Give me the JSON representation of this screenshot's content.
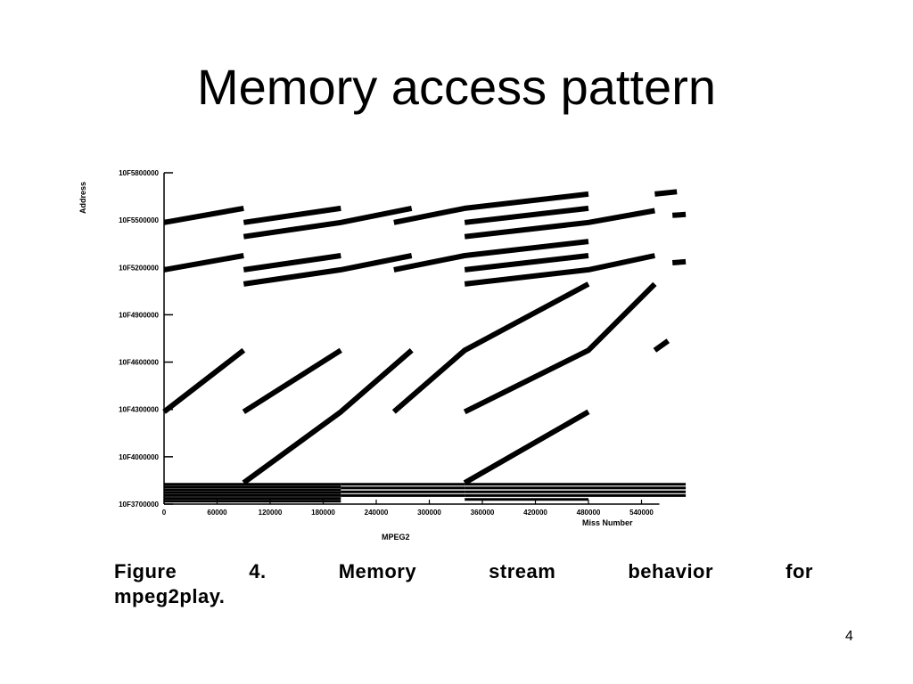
{
  "slide": {
    "title": "Memory access pattern",
    "page_number": "4"
  },
  "caption": {
    "words_line1": [
      "Figure",
      "4.",
      "Memory",
      "stream",
      "behavior",
      "for"
    ],
    "line2": "mpeg2play."
  },
  "chart_data": {
    "type": "scatter",
    "title": "",
    "xlabel": "Miss Number",
    "ylabel": "Address",
    "sublabel": "MPEG2",
    "xlim": [
      0,
      540000
    ],
    "ylim": [
      0,
      7
    ],
    "x_ticks": [
      {
        "value": 0,
        "label": "0"
      },
      {
        "value": 60000,
        "label": "60000"
      },
      {
        "value": 120000,
        "label": "120000"
      },
      {
        "value": 180000,
        "label": "180000"
      },
      {
        "value": 240000,
        "label": "240000"
      },
      {
        "value": 300000,
        "label": "300000"
      },
      {
        "value": 360000,
        "label": "360000"
      },
      {
        "value": 420000,
        "label": "420000"
      },
      {
        "value": 480000,
        "label": "480000"
      },
      {
        "value": 540000,
        "label": "540000"
      }
    ],
    "y_ticks": [
      {
        "value": 0,
        "label": "10F3700000"
      },
      {
        "value": 1,
        "label": "10F4000000"
      },
      {
        "value": 2,
        "label": "10F4300000"
      },
      {
        "value": 3,
        "label": "10F4600000"
      },
      {
        "value": 4,
        "label": "10F4900000"
      },
      {
        "value": 5,
        "label": "10F5200000"
      },
      {
        "value": 6,
        "label": "10F5500000"
      },
      {
        "value": 7,
        "label": "10F5800000"
      }
    ],
    "grid": false,
    "series": [
      {
        "style": "thick",
        "points": [
          [
            0,
            5.95
          ],
          [
            90000,
            6.25
          ]
        ]
      },
      {
        "style": "thick",
        "points": [
          [
            90000,
            5.95
          ],
          [
            200000,
            6.25
          ]
        ]
      },
      {
        "style": "thick",
        "points": [
          [
            90000,
            5.65
          ],
          [
            200000,
            5.95
          ],
          [
            280000,
            6.25
          ]
        ]
      },
      {
        "style": "thick",
        "points": [
          [
            260000,
            5.95
          ],
          [
            340000,
            6.25
          ],
          [
            480000,
            6.55
          ]
        ]
      },
      {
        "style": "thick",
        "points": [
          [
            340000,
            5.95
          ],
          [
            480000,
            6.25
          ]
        ]
      },
      {
        "style": "thick",
        "points": [
          [
            340000,
            5.65
          ],
          [
            480000,
            5.95
          ],
          [
            555000,
            6.2
          ]
        ]
      },
      {
        "style": "thick",
        "points": [
          [
            555000,
            6.55
          ],
          [
            580000,
            6.6
          ]
        ]
      },
      {
        "style": "thick",
        "points": [
          [
            575000,
            6.1
          ],
          [
            590000,
            6.12
          ]
        ]
      },
      {
        "style": "thick",
        "points": [
          [
            0,
            4.95
          ],
          [
            90000,
            5.25
          ]
        ]
      },
      {
        "style": "thick",
        "points": [
          [
            90000,
            4.95
          ],
          [
            200000,
            5.25
          ]
        ]
      },
      {
        "style": "thick",
        "points": [
          [
            90000,
            4.65
          ],
          [
            200000,
            4.95
          ],
          [
            280000,
            5.25
          ]
        ]
      },
      {
        "style": "thick",
        "points": [
          [
            260000,
            4.95
          ],
          [
            340000,
            5.25
          ],
          [
            480000,
            5.55
          ]
        ]
      },
      {
        "style": "thick",
        "points": [
          [
            340000,
            4.95
          ],
          [
            480000,
            5.25
          ]
        ]
      },
      {
        "style": "thick",
        "points": [
          [
            340000,
            4.65
          ],
          [
            480000,
            4.95
          ],
          [
            555000,
            5.25
          ]
        ]
      },
      {
        "style": "thick",
        "points": [
          [
            575000,
            5.1
          ],
          [
            590000,
            5.12
          ]
        ]
      },
      {
        "style": "thick",
        "points": [
          [
            0,
            1.95
          ],
          [
            90000,
            3.25
          ]
        ]
      },
      {
        "style": "thick",
        "points": [
          [
            90000,
            1.95
          ],
          [
            200000,
            3.25
          ]
        ]
      },
      {
        "style": "thick",
        "points": [
          [
            90000,
            0.45
          ],
          [
            200000,
            1.95
          ],
          [
            280000,
            3.25
          ]
        ]
      },
      {
        "style": "thick",
        "points": [
          [
            260000,
            1.95
          ],
          [
            340000,
            3.25
          ],
          [
            480000,
            4.65
          ]
        ]
      },
      {
        "style": "thick",
        "points": [
          [
            340000,
            1.95
          ],
          [
            480000,
            3.25
          ],
          [
            555000,
            4.65
          ]
        ]
      },
      {
        "style": "thick",
        "points": [
          [
            340000,
            0.45
          ],
          [
            480000,
            1.95
          ]
        ]
      },
      {
        "style": "thick",
        "points": [
          [
            555000,
            3.25
          ],
          [
            570000,
            3.45
          ]
        ]
      },
      {
        "style": "thin",
        "points": [
          [
            0,
            0.42
          ],
          [
            200000,
            0.42
          ]
        ]
      },
      {
        "style": "thin",
        "points": [
          [
            0,
            0.36
          ],
          [
            200000,
            0.36
          ]
        ]
      },
      {
        "style": "thin",
        "points": [
          [
            0,
            0.3
          ],
          [
            200000,
            0.3
          ]
        ]
      },
      {
        "style": "thin",
        "points": [
          [
            0,
            0.24
          ],
          [
            200000,
            0.24
          ]
        ]
      },
      {
        "style": "thin",
        "points": [
          [
            0,
            0.18
          ],
          [
            200000,
            0.18
          ]
        ]
      },
      {
        "style": "thin",
        "points": [
          [
            0,
            0.12
          ],
          [
            200000,
            0.12
          ]
        ]
      },
      {
        "style": "thin",
        "points": [
          [
            0,
            0.06
          ],
          [
            200000,
            0.06
          ]
        ]
      },
      {
        "style": "thin",
        "points": [
          [
            200000,
            0.42
          ],
          [
            340000,
            0.42
          ]
        ]
      },
      {
        "style": "thin",
        "points": [
          [
            200000,
            0.34
          ],
          [
            340000,
            0.34
          ]
        ]
      },
      {
        "style": "thin",
        "points": [
          [
            200000,
            0.26
          ],
          [
            340000,
            0.26
          ]
        ]
      },
      {
        "style": "thin",
        "points": [
          [
            200000,
            0.18
          ],
          [
            340000,
            0.18
          ]
        ]
      },
      {
        "style": "thin",
        "points": [
          [
            340000,
            0.42
          ],
          [
            480000,
            0.42
          ]
        ]
      },
      {
        "style": "thin",
        "points": [
          [
            340000,
            0.34
          ],
          [
            480000,
            0.34
          ]
        ]
      },
      {
        "style": "thin",
        "points": [
          [
            340000,
            0.26
          ],
          [
            480000,
            0.26
          ]
        ]
      },
      {
        "style": "thin",
        "points": [
          [
            340000,
            0.18
          ],
          [
            480000,
            0.18
          ]
        ]
      },
      {
        "style": "thin",
        "points": [
          [
            340000,
            0.1
          ],
          [
            480000,
            0.1
          ]
        ]
      },
      {
        "style": "thin",
        "points": [
          [
            480000,
            0.42
          ],
          [
            590000,
            0.42
          ]
        ]
      },
      {
        "style": "thin",
        "points": [
          [
            480000,
            0.34
          ],
          [
            590000,
            0.34
          ]
        ]
      },
      {
        "style": "thin",
        "points": [
          [
            480000,
            0.26
          ],
          [
            590000,
            0.26
          ]
        ]
      },
      {
        "style": "thin",
        "points": [
          [
            480000,
            0.18
          ],
          [
            590000,
            0.18
          ]
        ]
      }
    ]
  }
}
